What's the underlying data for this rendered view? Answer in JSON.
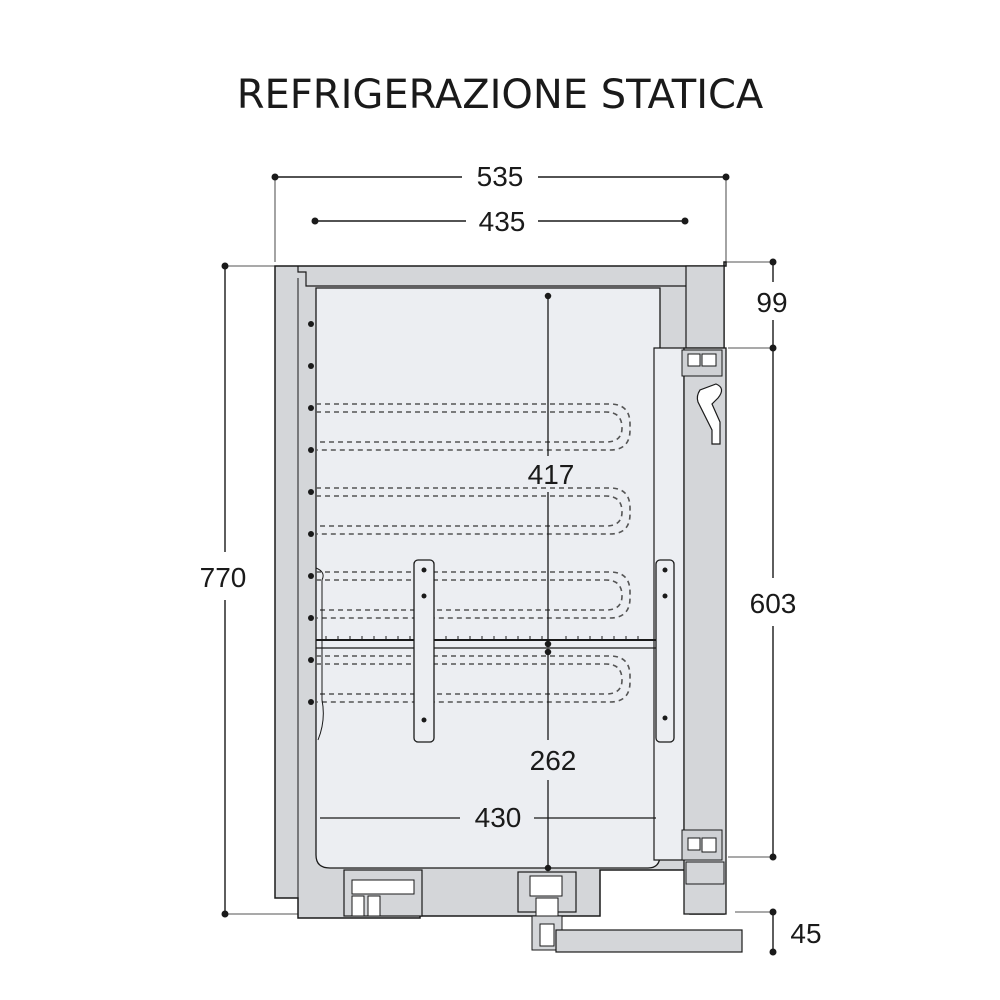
{
  "title": "REFRIGERAZIONE STATICA",
  "dimensions": {
    "overall_width": "535",
    "inner_width": "435",
    "overall_height": "770",
    "top_offset": "99",
    "door_height": "603",
    "base_height": "45",
    "interior_upper_height": "417",
    "interior_lower_height": "262",
    "interior_depth": "430"
  },
  "colors": {
    "line": "#1a1a1a",
    "cabinet": "#d4d6d9",
    "interior": "#eceef2",
    "dashed": "#555555"
  }
}
